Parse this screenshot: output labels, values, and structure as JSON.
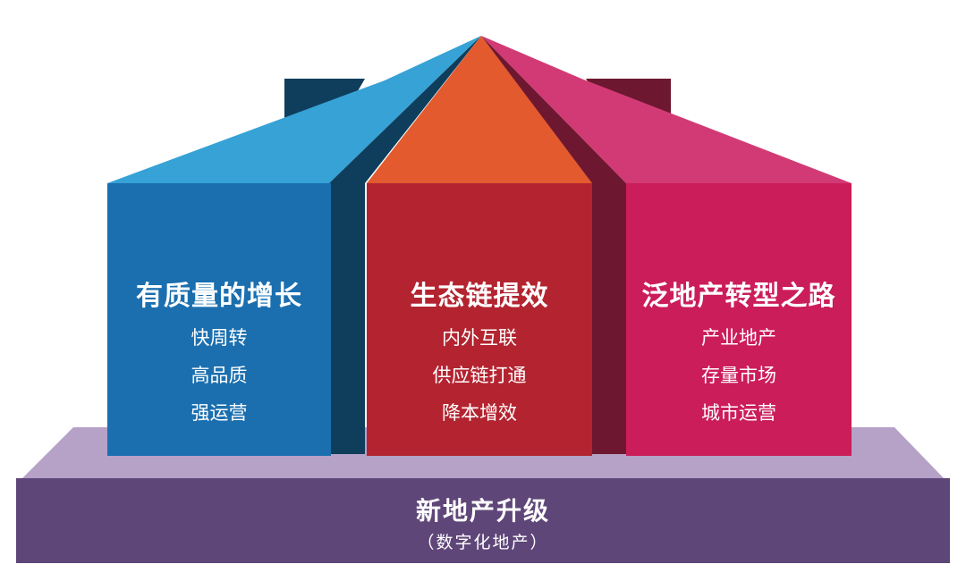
{
  "colors": {
    "blue_front": "#1b6faf",
    "blue_top": "#36a2d6",
    "blue_side": "#0f3e5c",
    "red_front": "#b32430",
    "orange_top": "#e25a2e",
    "pink_front": "#cb1d5a",
    "pink_top": "#d23a75",
    "pink_side": "#6e1730",
    "base_front": "#5f4679",
    "base_top": "#b6a1c7"
  },
  "columns": [
    {
      "title": "有质量的增长",
      "items": [
        "快周转",
        "高品质",
        "强运营"
      ]
    },
    {
      "title": "生态链提效",
      "items": [
        "内外互联",
        "供应链打通",
        "降本增效"
      ]
    },
    {
      "title": "泛地产转型之路",
      "items": [
        "产业地产",
        "存量市场",
        "城市运营"
      ]
    }
  ],
  "base": {
    "title": "新地产升级",
    "subtitle": "（数字化地产）"
  }
}
